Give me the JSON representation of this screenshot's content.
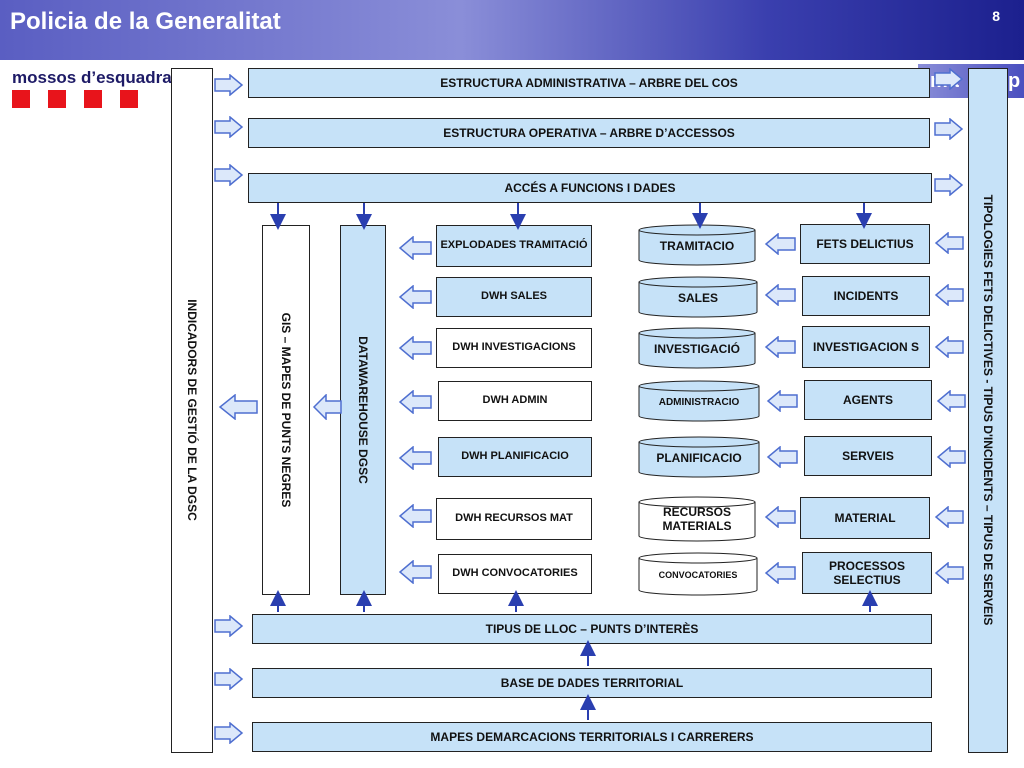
{
  "header": {
    "title": "Policia de la Generalitat",
    "page_number": "8",
    "brand": "mossos d’esquadra",
    "fragment_a": "ma",
    "fragment_b": "p"
  },
  "diagram": {
    "top_bars": {
      "arbre_cos": "ESTRUCTURA ADMINISTRATIVA – ARBRE DEL COS",
      "arbre_accessos": "ESTRUCTURA OPERATIVA – ARBRE D’ACCESSOS",
      "acces_funcions": "ACCÉS A FUNCIONS I DADES"
    },
    "bottom_bars": {
      "tipus_lloc": "TIPUS DE LLOC – PUNTS D’INTERÈS",
      "base_dades": "BASE DE DADES TERRITORIAL",
      "mapes": "MAPES DEMARCACIONS TERRITORIALS I CARRERERS"
    },
    "columns": {
      "indicadors": "INDICADORS   DE   GESTIÓ DE LA  DGSC",
      "gis": "GIS – MAPES DE PUNTS NEGRES",
      "datawarehouse": "DATAWAREHOUSE     DGSC",
      "tipologies": "TIPOLOGIES  FETS  DELICTIVES -  TIPUS D'INCIDENTS – TIPUS DE SERVEIS"
    },
    "dwh": [
      "EXPLODADES TRAMITACIÓ",
      "DWH SALES",
      "DWH INVESTIGACIONS",
      "DWH ADMIN",
      "DWH PLANIFICACIO",
      "DWH RECURSOS MAT",
      "DWH CONVOCATORIES"
    ],
    "databases": [
      "TRAMITACIO",
      "SALES",
      "INVESTIGACIÓ",
      "ADMINISTRACIO",
      "PLANIFICACIO",
      "RECURSOS MATERIALS",
      "CONVOCATORIES"
    ],
    "sources": [
      "FETS DELICTIUS",
      "INCIDENTS",
      "INVESTIGACION S",
      "AGENTS",
      "SERVEIS",
      "MATERIAL",
      "PROCESSOS SELECTIUS"
    ]
  },
  "colors": {
    "box_fill": "#c6e2f8",
    "brand_red": "#e8141b",
    "header_blue": "#3a3fae",
    "arrow_fill": "#dce8fa",
    "arrow_stroke": "#4f6fd0"
  }
}
